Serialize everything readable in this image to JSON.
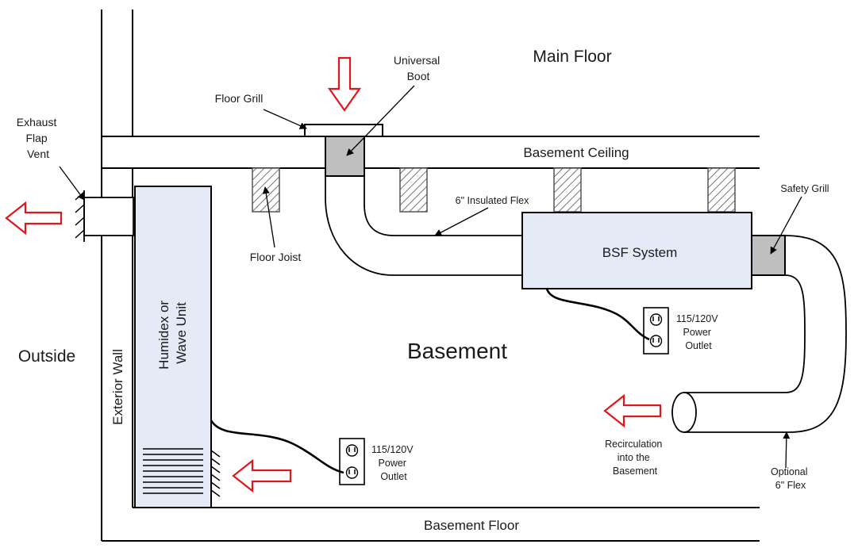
{
  "labels": {
    "main_floor": "Main Floor",
    "basement": "Basement",
    "outside": "Outside",
    "basement_ceiling": "Basement Ceiling",
    "basement_floor": "Basement Floor",
    "exterior_wall": "Exterior Wall",
    "floor_grill": "Floor Grill",
    "universal_boot": [
      "Universal",
      "Boot"
    ],
    "exhaust_flap_vent": [
      "Exhaust",
      "Flap",
      "Vent"
    ],
    "floor_joist": "Floor Joist",
    "insulated_flex": "6\" Insulated Flex",
    "bsf_system": "BSF System",
    "safety_grill": "Safety Grill",
    "humidex_unit": [
      "Humidex or",
      "Wave Unit"
    ],
    "power_outlet_right": [
      "115/120V",
      "Power",
      "Outlet"
    ],
    "power_outlet_left": [
      "115/120V",
      "Power",
      "Outlet"
    ],
    "recirculation": [
      "Recirculation",
      "into the",
      "Basement"
    ],
    "optional_flex": [
      "Optional",
      "6\" Flex"
    ]
  },
  "colors": {
    "line": "#000000",
    "unit_fill": "#e4eaf6",
    "boot_fill": "#bfbfbf",
    "arrow": "#e0161d"
  }
}
